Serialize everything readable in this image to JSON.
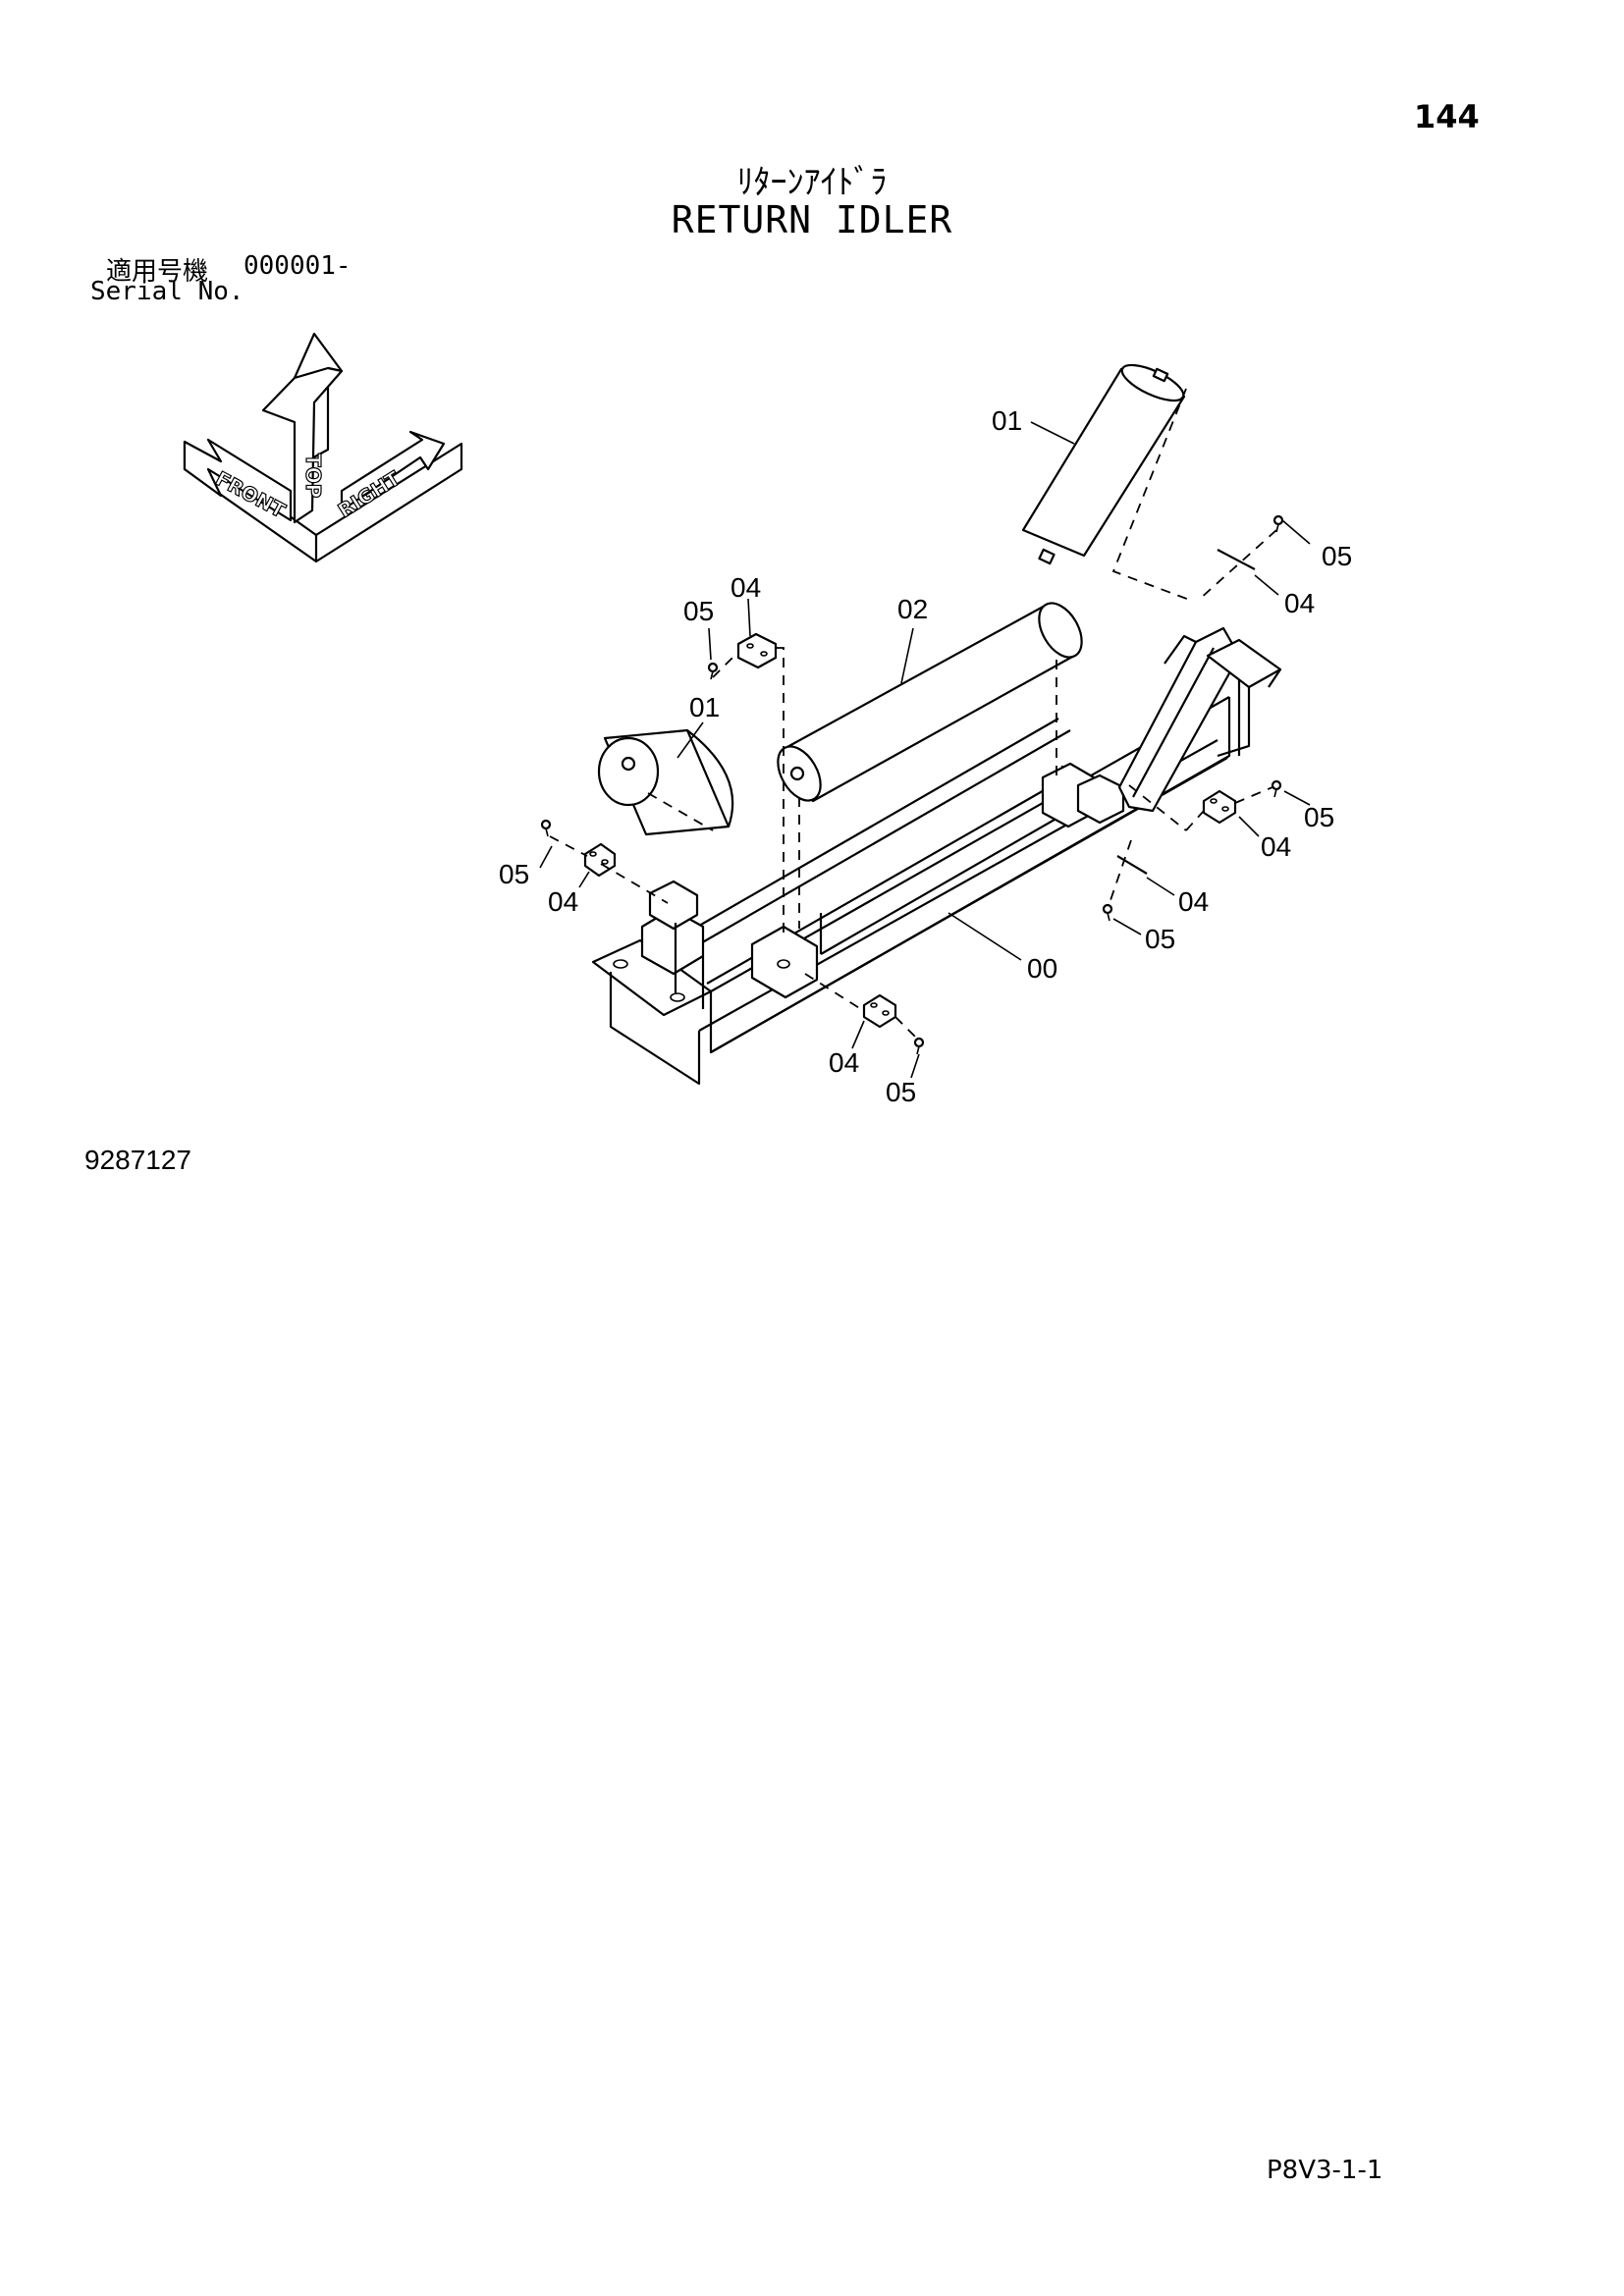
{
  "page": {
    "number": "144",
    "title_jp": "ﾘﾀｰﾝｱｲﾄﾞﾗ",
    "title_en": "RETURN IDLER",
    "serial_label_jp": "適用号機",
    "serial_value": "000001-",
    "serial_label_en": "Serial No.",
    "drawing_number": "9287127",
    "page_code": "P8V3-1-1"
  },
  "orientation": {
    "labels": [
      "TOP",
      "FRONT",
      "RIGHT"
    ]
  },
  "callouts": [
    {
      "id": "c-01-top",
      "label": "01"
    },
    {
      "id": "c-05-top-right",
      "label": "05"
    },
    {
      "id": "c-04-top-right",
      "label": "04"
    },
    {
      "id": "c-04-upper-left",
      "label": "04"
    },
    {
      "id": "c-05-upper-left",
      "label": "05"
    },
    {
      "id": "c-02",
      "label": "02"
    },
    {
      "id": "c-01-left",
      "label": "01"
    },
    {
      "id": "c-05-mid-right",
      "label": "05"
    },
    {
      "id": "c-04-mid-right",
      "label": "04"
    },
    {
      "id": "c-05-left",
      "label": "05"
    },
    {
      "id": "c-04-left",
      "label": "04"
    },
    {
      "id": "c-04-lower-right",
      "label": "04"
    },
    {
      "id": "c-05-lower-right",
      "label": "05"
    },
    {
      "id": "c-00",
      "label": "00"
    },
    {
      "id": "c-04-bottom",
      "label": "04"
    },
    {
      "id": "c-05-bottom",
      "label": "05"
    }
  ]
}
